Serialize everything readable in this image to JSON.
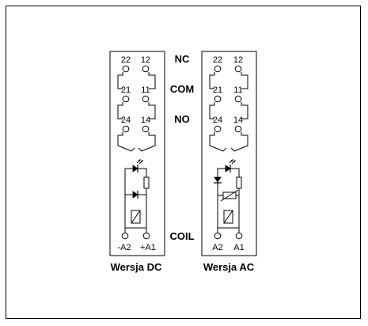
{
  "middle_labels": {
    "nc": "NC",
    "com": "COM",
    "no": "NO",
    "coil": "COIL"
  },
  "dc": {
    "pins": [
      "22",
      "12",
      "21",
      "11",
      "24",
      "14"
    ],
    "coil_pins": [
      "-A2",
      "+A1"
    ],
    "caption": "Wersja DC"
  },
  "ac": {
    "pins": [
      "22",
      "12",
      "21",
      "11",
      "24",
      "14"
    ],
    "coil_pins": [
      "A2",
      "A1"
    ],
    "caption": "Wersja AC"
  }
}
